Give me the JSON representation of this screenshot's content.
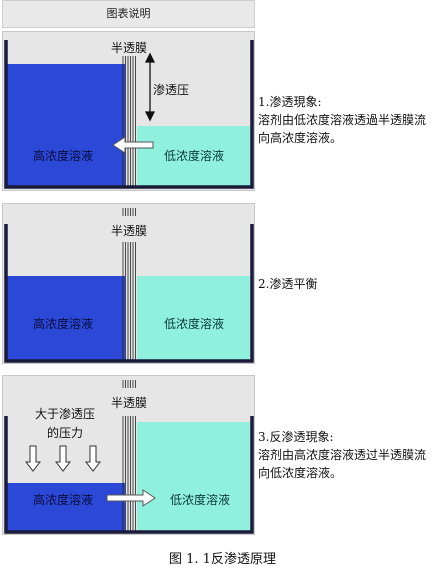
{
  "header": {
    "title": "图表说明"
  },
  "panels": [
    {
      "membrane": "半透膜",
      "pressure": "渗透压",
      "left": "高浓度溶液",
      "right": "低浓度溶液",
      "side_title": "1.渗透現象:",
      "side_line1": "溶剂由低浓度溶液透過半透膜流",
      "side_line2": "向高浓度溶液。"
    },
    {
      "membrane": "半透膜",
      "left": "高浓度溶液",
      "right": "低浓度溶液",
      "side_title": "2.渗透平衡"
    },
    {
      "membrane": "半透膜",
      "pressure_line1": "大于渗透压",
      "pressure_line2": "的压力",
      "left": "高浓度溶液",
      "right": "低浓度溶液",
      "side_title": "3.反渗透現象:",
      "side_line1": "溶剂由高浓度溶液透过半透膜流",
      "side_line2": "向低浓度溶液。"
    }
  ],
  "caption": "图 1. 1反渗透原理",
  "colors": {
    "high": "#2b49d6",
    "low": "#8ff0dd",
    "tank": "#1a1a3a",
    "panel_bg": "#e6e6e6"
  }
}
